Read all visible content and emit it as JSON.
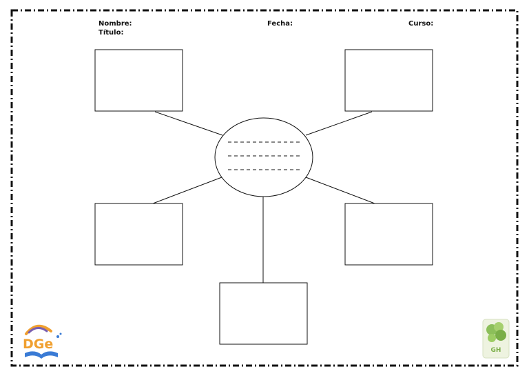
{
  "header": {
    "name_label": "Nombre:",
    "date_label": "Fecha:",
    "course_label": "Curso:",
    "title_label": "Título:"
  },
  "logos": {
    "left_text": "DGe",
    "right_text": "GH"
  },
  "colors": {
    "border": "#111111",
    "logo_orange": "#f0a030",
    "logo_blue": "#3a7bd5",
    "logo_purple": "#7a5fb0",
    "logo_green": "#8cbf5a"
  }
}
